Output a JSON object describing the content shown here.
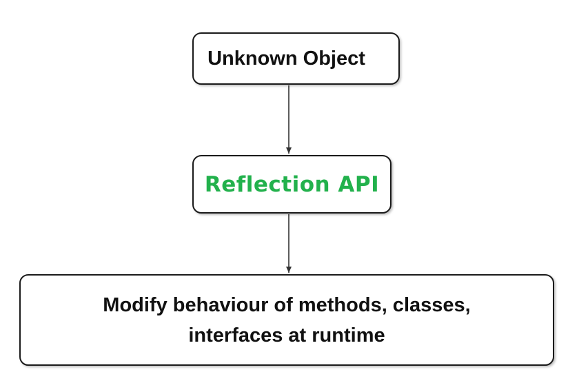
{
  "diagram": {
    "colors": {
      "border": "#1a1a1a",
      "text": "#111111",
      "accent_text": "#22b14c",
      "arrow": "#333333"
    },
    "nodes": [
      {
        "id": "unknown-object",
        "label": "Unknown Object"
      },
      {
        "id": "reflection-api",
        "label": "Reflection API"
      },
      {
        "id": "modify-behaviour",
        "lines": [
          "Modify behaviour of methods, classes,",
          "interfaces at runtime"
        ]
      }
    ],
    "edges": [
      {
        "from": "unknown-object",
        "to": "reflection-api"
      },
      {
        "from": "reflection-api",
        "to": "modify-behaviour"
      }
    ]
  }
}
